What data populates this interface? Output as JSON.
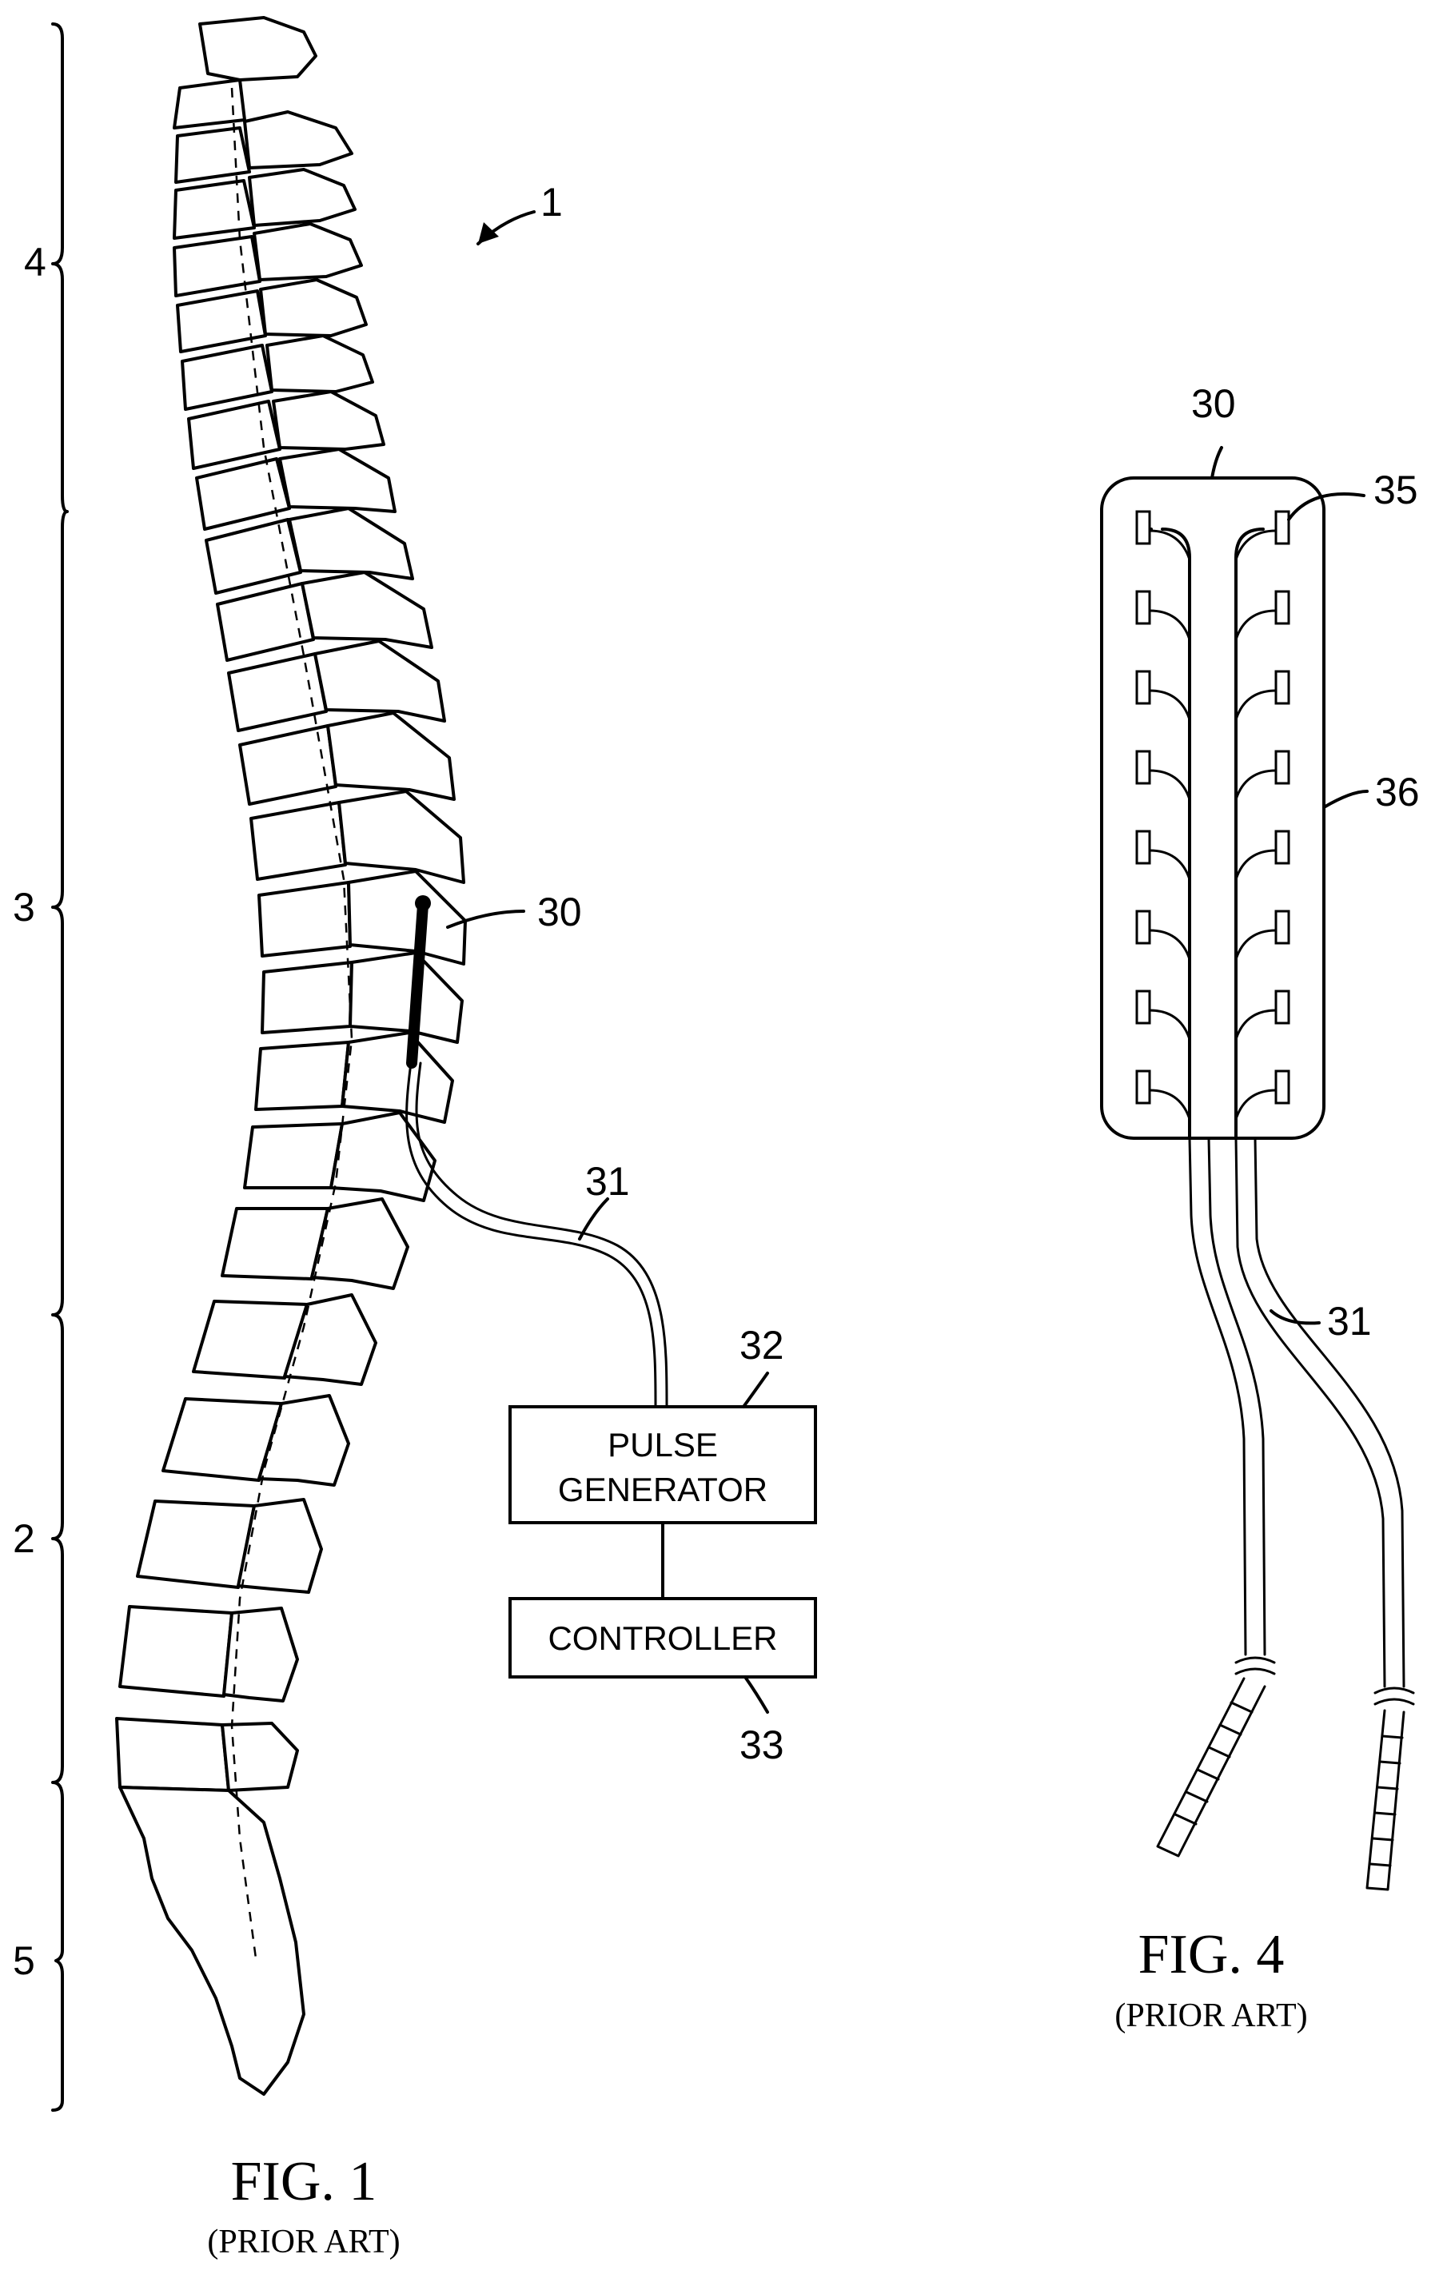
{
  "figures": [
    {
      "title": "FIG. 1",
      "subtitle": "(PRIOR ART)",
      "reference_numerals": {
        "spine": "1",
        "lead": "30",
        "lead_wire": "31",
        "pulse_generator": "32",
        "controller": "33",
        "region_upper": "4",
        "region_thoracic": "3",
        "region_lumbar": "2",
        "region_sacral": "5"
      },
      "blocks": {
        "pulse_generator_line1": "PULSE",
        "pulse_generator_line2": "GENERATOR",
        "controller": "CONTROLLER"
      }
    },
    {
      "title": "FIG. 4",
      "subtitle": "(PRIOR ART)",
      "reference_numerals": {
        "paddle": "30",
        "electrode": "35",
        "body": "36",
        "leads": "31"
      }
    }
  ]
}
